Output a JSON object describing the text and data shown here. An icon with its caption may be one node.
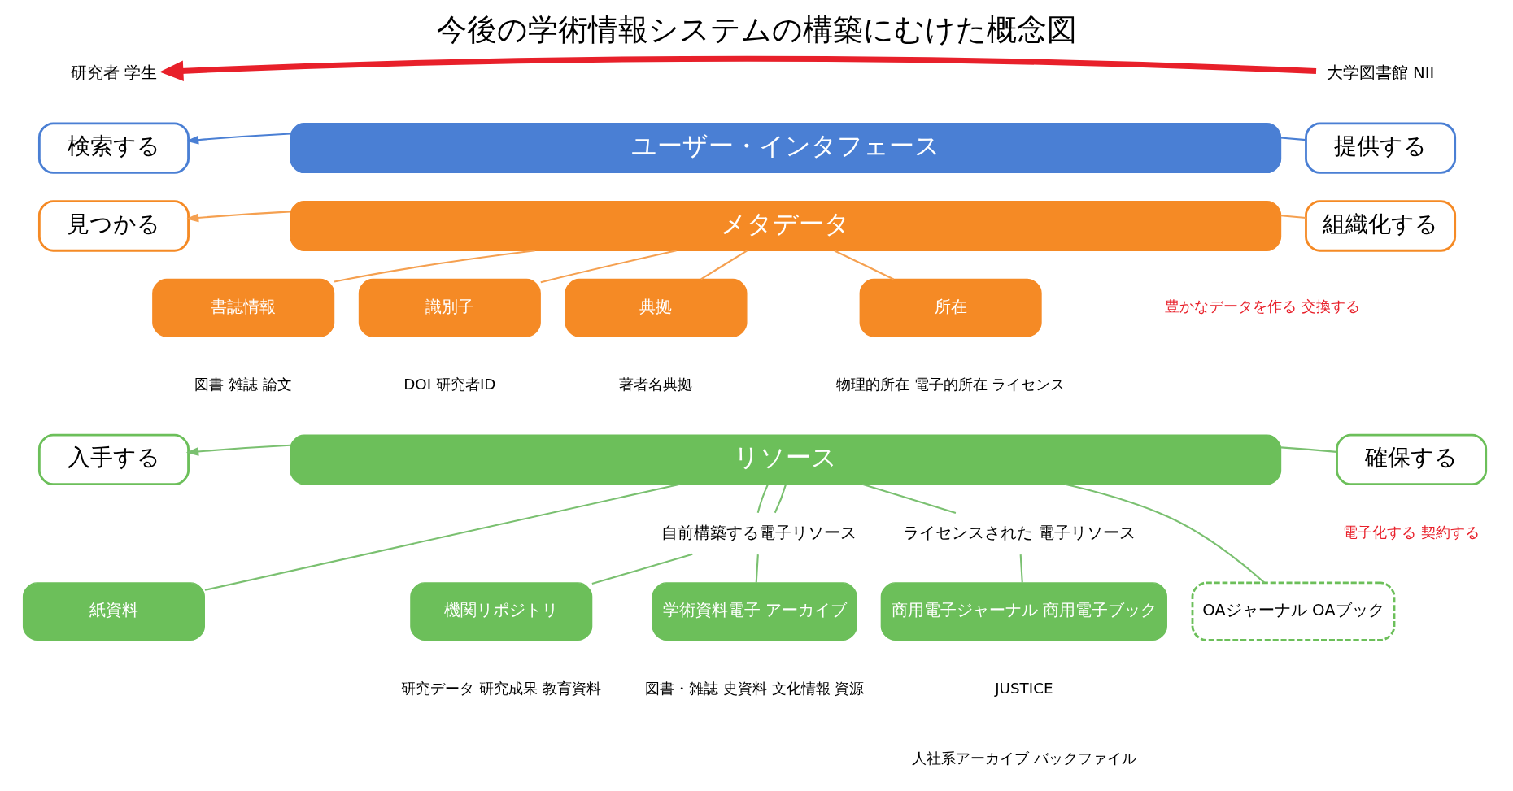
{
  "diagram": {
    "title": "今後の学術情報システムの構築にむけた概念図",
    "nodes": [
      {
        "text": [
          "研究者 学生"
        ]
      },
      {
        "text": [
          "大学図書館 NII"
        ]
      },
      {
        "text": [
          "検索する"
        ]
      },
      {
        "text": [
          "ユーザー・インタフェース"
        ]
      },
      {
        "text": [
          "提供する"
        ]
      },
      {
        "text": [
          "見つかる"
        ]
      },
      {
        "text": [
          "メタデータ"
        ]
      },
      {
        "text": [
          "組織化する"
        ],
        "beside": [
          "豊かなデータを作る 交換する"
        ]
      },
      {
        "text": [
          "書誌情報"
        ],
        "beside": [
          "図書 雑誌 論文"
        ]
      },
      {
        "text": [
          "識別子"
        ],
        "beside": [
          "DOI 研究者ID"
        ]
      },
      {
        "text": [
          "典拠"
        ],
        "beside": [
          "著者名典拠"
        ]
      },
      {
        "text": [
          "所在"
        ],
        "beside": [
          "物理的所在 電子的所在 ライセンス"
        ]
      },
      {
        "text": [
          "入手する"
        ]
      },
      {
        "text": [
          "リソース"
        ]
      },
      {
        "text": [
          "確保する"
        ],
        "beside": [
          "電子化する 契約する"
        ]
      },
      {
        "text": [
          "自前構築する電子リソース"
        ]
      },
      {
        "text": [
          "ライセンスされた 電子リソース"
        ]
      },
      {
        "text": [
          "紙資料"
        ]
      },
      {
        "text": [
          "機関リポジトリ"
        ],
        "beside": [
          "研究データ 研究成果 教育資料"
        ]
      },
      {
        "text": [
          "学術資料電子 アーカイブ"
        ],
        "beside": [
          "図書・雑誌 史資料 文化情報 資源"
        ]
      },
      {
        "text": [
          "商用電子ジャーナル 商用電子ブック"
        ],
        "beside": [
          "JUSTICE",
          "人社系アーカイブ バックファイル"
        ]
      },
      {
        "text": [
          "OAジャーナル OAブック"
        ]
      }
    ],
    "edges": [
      {
        "from": 1,
        "to": 0,
        "arrow": "to",
        "style": "thick",
        "color": "#e8202a"
      },
      {
        "from": 3,
        "to": 2,
        "arrow": "to",
        "color": "#4a7fd4"
      },
      {
        "from": 4,
        "to": 3,
        "arrow": "none",
        "color": "#4a7fd4"
      },
      {
        "from": 6,
        "to": 5,
        "arrow": "to",
        "color": "#f5a050"
      },
      {
        "from": 7,
        "to": 6,
        "arrow": "none",
        "color": "#f5a050"
      },
      {
        "from": 6,
        "to": 8,
        "arrow": "none",
        "color": "#f5a050"
      },
      {
        "from": 6,
        "to": 9,
        "arrow": "none",
        "color": "#f5a050"
      },
      {
        "from": 6,
        "to": 10,
        "arrow": "none",
        "color": "#f5a050"
      },
      {
        "from": 6,
        "to": 11,
        "arrow": "none",
        "color": "#f5a050"
      },
      {
        "from": 13,
        "to": 12,
        "arrow": "to"
      },
      {
        "from": 14,
        "to": 13,
        "arrow": "none"
      },
      {
        "from": 13,
        "to": 17,
        "arrow": "none"
      },
      {
        "from": 13,
        "to": 15,
        "arrow": "none"
      },
      {
        "from": 13,
        "to": 15,
        "arrow": "none"
      },
      {
        "from": 15,
        "to": 18,
        "arrow": "none"
      },
      {
        "from": 15,
        "to": 19,
        "arrow": "none"
      },
      {
        "from": 13,
        "to": 16,
        "arrow": "none"
      },
      {
        "from": 16,
        "to": 20,
        "arrow": "none"
      },
      {
        "from": 13,
        "to": 21,
        "arrow": "none"
      }
    ]
  }
}
